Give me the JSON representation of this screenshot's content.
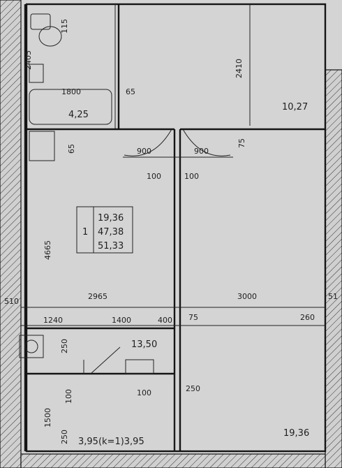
{
  "plan": {
    "dims": {
      "d115": "115",
      "d2405": "2405",
      "d1800": "1800",
      "d65a": "65",
      "d2410": "2410",
      "d65b": "65",
      "d75a": "75",
      "d900a": "900",
      "d900b": "900",
      "d100a": "100",
      "d100b": "100",
      "d4665": "4665",
      "d510": "510",
      "d2965": "2965",
      "d3000": "3000",
      "d1240": "1240",
      "d1400": "1400",
      "d400": "400",
      "d75b": "75",
      "d260": "260",
      "d51": "51",
      "d250a": "250",
      "d100c": "100",
      "d250b": "250",
      "d1500": "1500",
      "d100d": "100",
      "d250c": "250"
    },
    "areas": {
      "bath": "4,25",
      "kitchen": "10,27",
      "hall": "13,50",
      "room": "19,36",
      "balcony": "3,95(k=1)3,95"
    },
    "summary": {
      "index": "1",
      "living": "19,36",
      "total": "47,38",
      "total_with_balcony": "51,33"
    }
  }
}
